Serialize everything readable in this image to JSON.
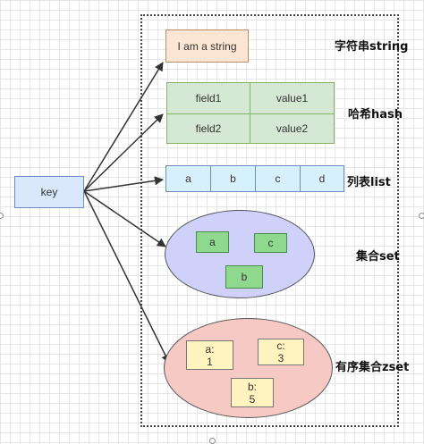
{
  "key": {
    "label": "key"
  },
  "string": {
    "value": "I am a string",
    "type_label": "字符串string"
  },
  "hash": {
    "rows": [
      {
        "field": "field1",
        "value": "value1"
      },
      {
        "field": "field2",
        "value": "value2"
      }
    ],
    "type_label": "哈希hash"
  },
  "list": {
    "items": [
      "a",
      "b",
      "c",
      "d"
    ],
    "type_label": "列表list"
  },
  "set": {
    "members": [
      "a",
      "c",
      "b"
    ],
    "type_label": "集合set"
  },
  "zset": {
    "members": [
      {
        "text": "a:\n1"
      },
      {
        "text": "c:\n3"
      },
      {
        "text": "b:\n5"
      }
    ],
    "type_label": "有序集合zset"
  },
  "colors": {
    "string_fill": "#fce5d3",
    "string_border": "#b78a6c",
    "hash_fill": "#d5e8d4",
    "hash_border": "#82b366",
    "list_fill": "#d6f1fb",
    "list_border": "#6c8ebf",
    "key_fill": "#dae8fc",
    "key_border": "#6c8ebf",
    "set_fill": "#cfd1fb",
    "set_border": "#555555",
    "set_member_fill": "#8fd98f",
    "set_member_border": "#4a8a4a",
    "zset_fill": "#f7c9c5",
    "zset_member_fill": "#fff3c0",
    "zset_member_border": "#777777"
  }
}
